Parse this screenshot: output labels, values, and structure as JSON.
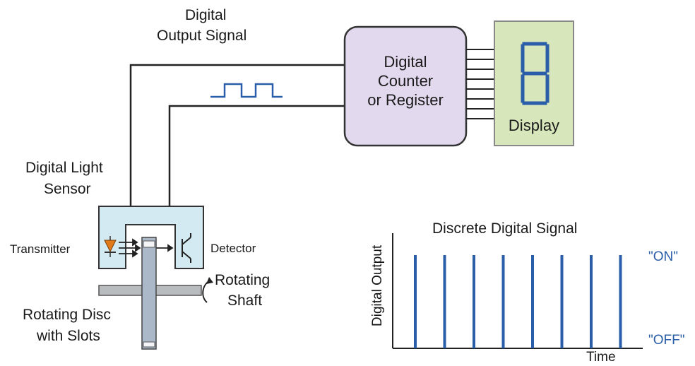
{
  "labels": {
    "digital_output_signal_l1": "Digital",
    "digital_output_signal_l2": "Output Signal",
    "counter_l1": "Digital",
    "counter_l2": "Counter",
    "counter_l3": "or Register",
    "display": "Display",
    "seven_segment_digit": "8",
    "light_sensor_l1": "Digital Light",
    "light_sensor_l2": "Sensor",
    "transmitter": "Transmitter",
    "detector": "Detector",
    "rotating_shaft_l1": "Rotating",
    "rotating_shaft_l2": "Shaft",
    "disc_l1": "Rotating Disc",
    "disc_l2": "with Slots"
  },
  "signal_plot": {
    "title": "Discrete Digital Signal",
    "ylabel": "Digital Output",
    "xlabel": "Time",
    "on_label": "\"ON\"",
    "off_label": "\"OFF\"",
    "pulse_count": 8
  },
  "colors": {
    "counter_fill": "#e2d9ee",
    "display_fill": "#d8e6bb",
    "segment": "#2a5ea8",
    "sensor_fill": "#d4eaf2",
    "pulse": "#2a5ea8"
  }
}
